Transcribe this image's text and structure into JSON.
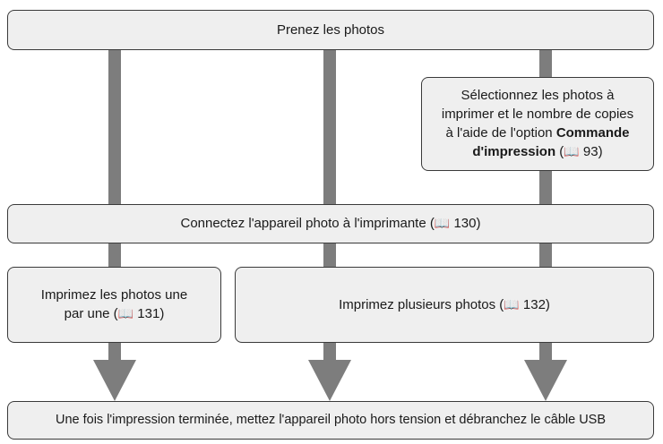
{
  "steps": {
    "take": {
      "text": "Prenez les photos"
    },
    "select": {
      "line1": "Sélectionnez les photos à",
      "line2": "imprimer et le nombre de copies",
      "line3_pre": "à l'aide de l'option ",
      "line3_bold": "Commande",
      "line4_bold": "d'impression",
      "line4_post_open": " (",
      "book_icon": "📖",
      "line4_post_close": " 93)"
    },
    "connect": {
      "pre": "Connectez l'appareil photo à l'imprimante (",
      "book_icon": "📖",
      "post": " 130)"
    },
    "print_one": {
      "line1": "Imprimez les photos une",
      "line2_pre": "par une (",
      "book_icon": "📖",
      "line2_post": " 131)"
    },
    "print_multi": {
      "pre": "Imprimez plusieurs photos (",
      "book_icon": "📖",
      "post": " 132)"
    },
    "finish": {
      "text": "Une fois l'impression terminée, mettez l'appareil photo hors tension et débranchez le câble USB"
    }
  },
  "colors": {
    "arrow": "#7d7d7d",
    "box_fill": "#efefef",
    "box_border": "#3a3a3a"
  }
}
